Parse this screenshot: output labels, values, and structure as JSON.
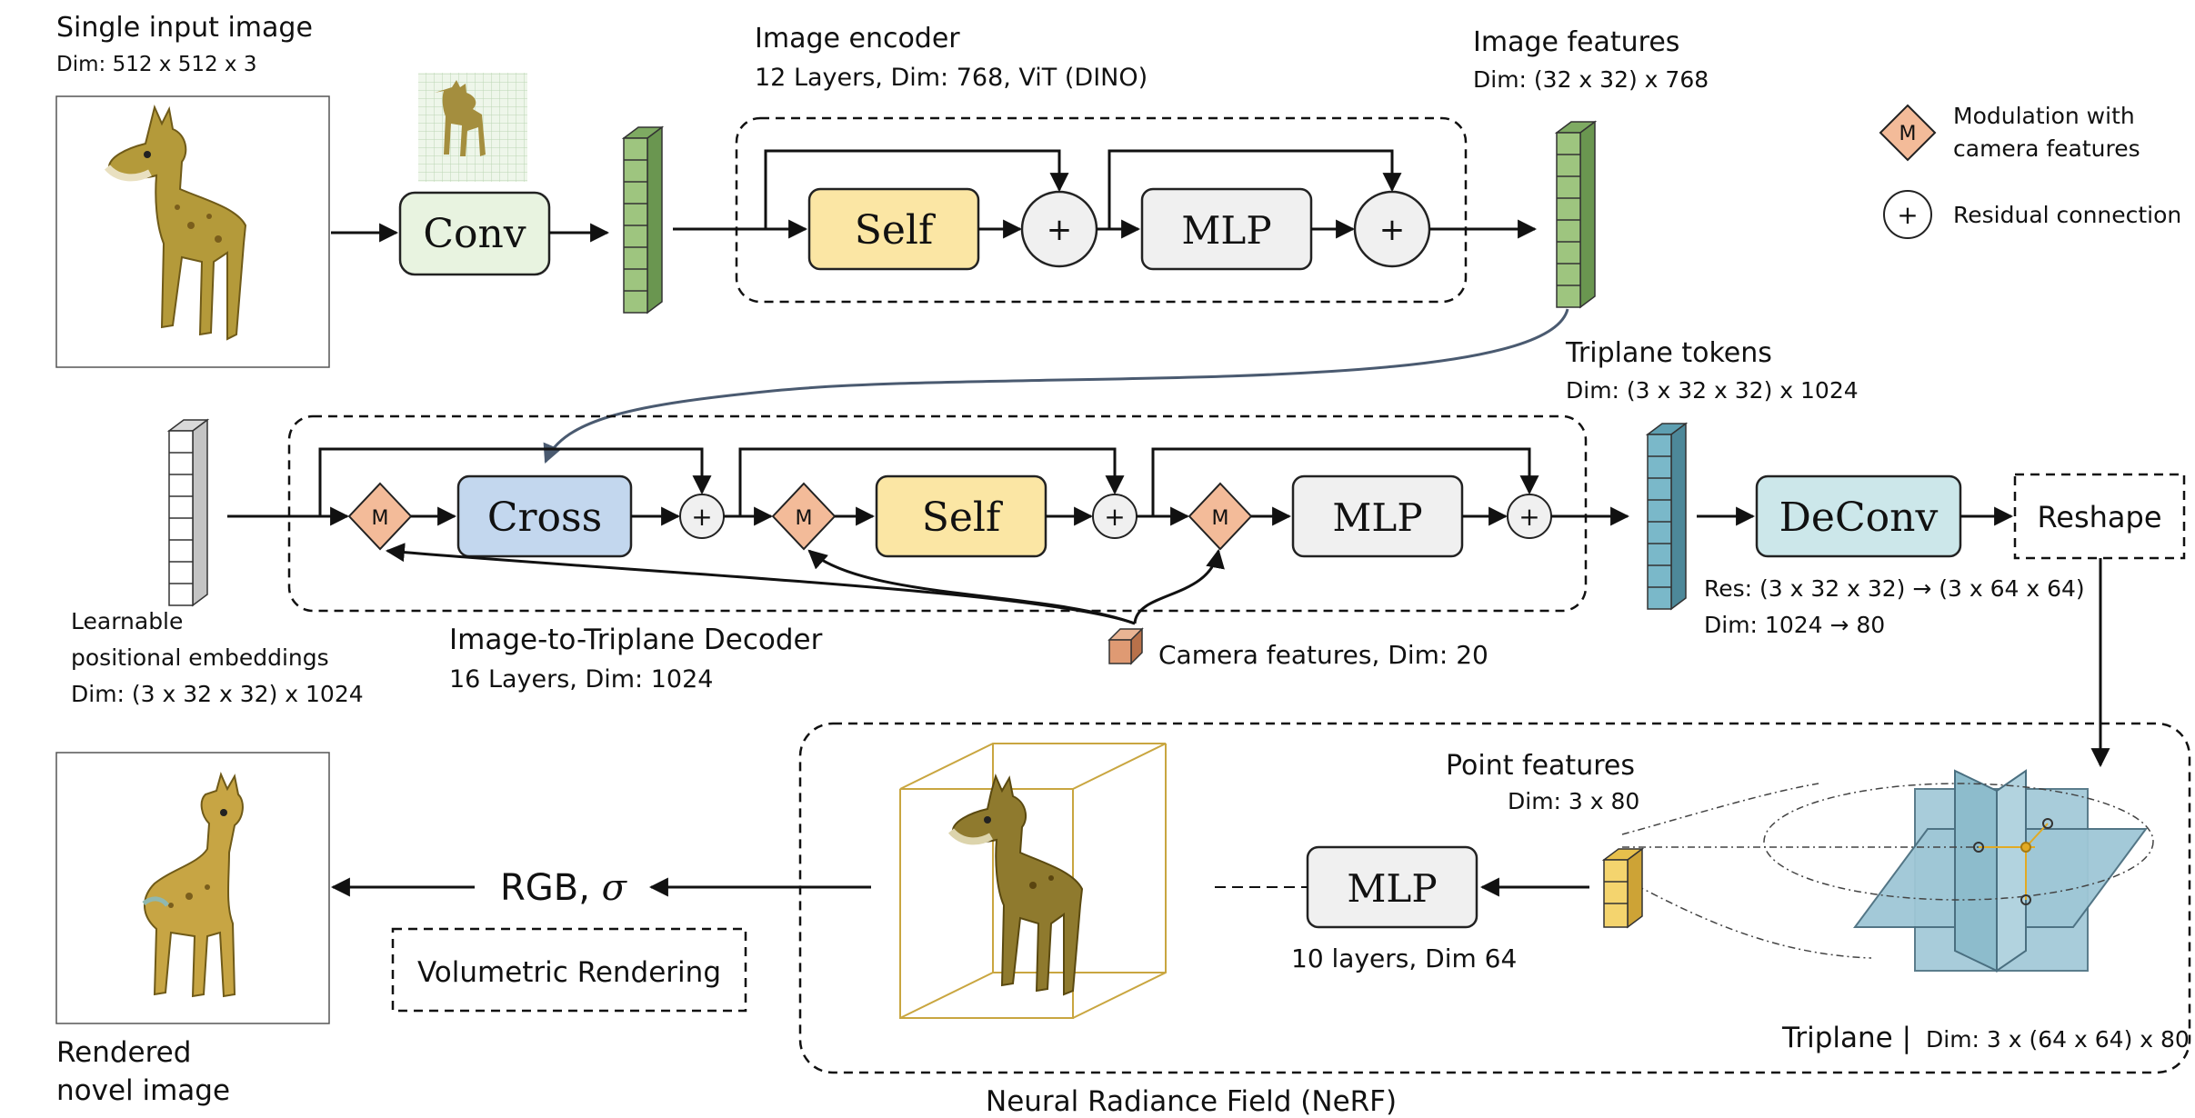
{
  "encoder": {
    "input_title": "Single input image",
    "input_dim": "Dim: 512 x 512 x 3",
    "conv": "Conv",
    "title": "Image encoder",
    "subtitle": "12 Layers, Dim: 768, ViT (DINO)",
    "self": "Self",
    "mlp": "MLP",
    "plus": "+",
    "features_title": "Image features",
    "features_dim": "Dim: (32 x 32) x 768"
  },
  "legend": {
    "mod_symbol": "M",
    "mod_label_1": "Modulation with",
    "mod_label_2": "camera features",
    "res_symbol": "+",
    "res_label": "Residual connection"
  },
  "decoder": {
    "pos_label_1": "Learnable",
    "pos_label_2": "positional embeddings",
    "pos_label_3": "Dim: (3 x 32 x 32) x 1024",
    "cross": "Cross",
    "self": "Self",
    "mlp": "MLP",
    "mod": "M",
    "plus": "+",
    "title": "Image-to-Triplane Decoder",
    "subtitle": "16 Layers, Dim: 1024",
    "camera": "Camera features, Dim: 20",
    "tokens_title": "Triplane  tokens",
    "tokens_dim": "Dim: (3 x 32 x 32) x 1024",
    "deconv": "DeConv",
    "reshape": "Reshape",
    "res_line": "Res: (3 x 32 x 32) → (3 x 64 x 64)",
    "dim_line": "Dim: 1024 → 80"
  },
  "nerf": {
    "title": "Neural Radiance Field (NeRF)",
    "point_title": "Point features",
    "point_dim": "Dim: 3 x 80",
    "mlp": "MLP",
    "mlp_sub": "10 layers, Dim 64",
    "triplane_title": "Triplane |",
    "triplane_dim": "Dim: 3 x (64 x 64) x 80",
    "rgb": "RGB, ",
    "sigma": "σ",
    "vol_render": "Volumetric Rendering",
    "output_1": "Rendered",
    "output_2": "novel image"
  },
  "colors": {
    "conv": "#e8f3e0",
    "self": "#fbe6a4",
    "mlp": "#f0f0f0",
    "cross": "#c3d7ee",
    "deconv": "#cce7ea",
    "mod": "#f3bb99",
    "green_stack": "#9ec57f",
    "blue_stack": "#7ab8c9",
    "yellow_stack": "#f4d46e",
    "camera_cube": "#df9a73",
    "triplane": "#9fc7d6",
    "cube_edge": "#c9a640"
  }
}
